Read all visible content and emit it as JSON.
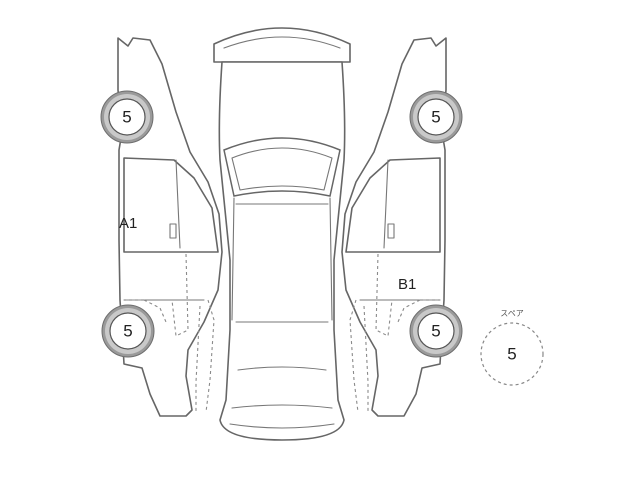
{
  "tires": {
    "left_front": "5",
    "left_rear": "5",
    "right_front": "5",
    "right_rear": "5"
  },
  "spare": {
    "label": "スペア",
    "value": "5"
  },
  "damage_marks": {
    "left_side": "A1",
    "right_side": "B1"
  }
}
